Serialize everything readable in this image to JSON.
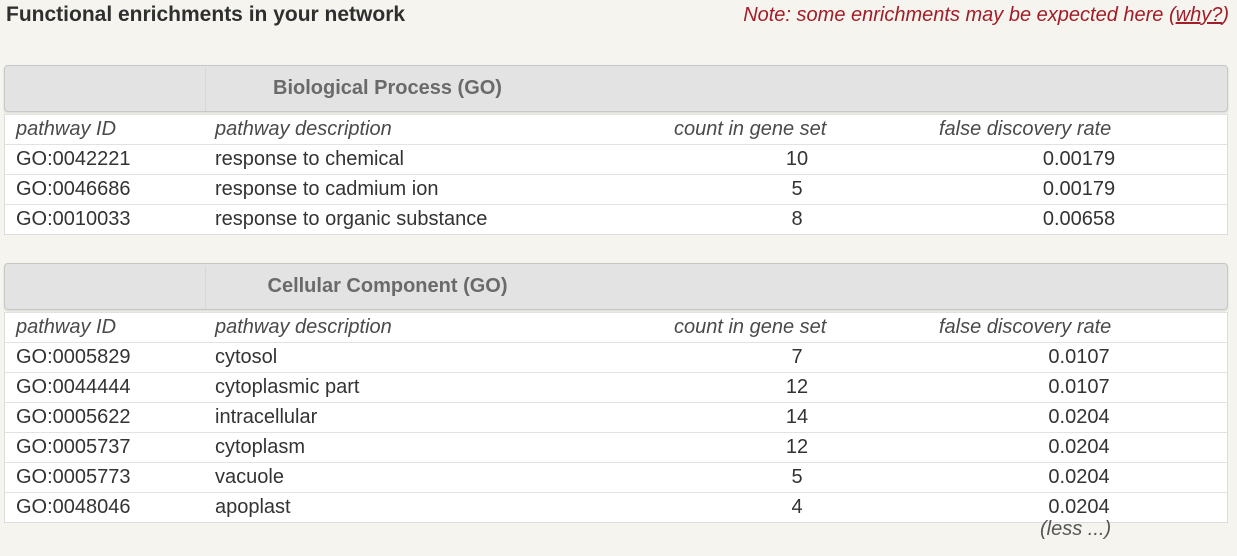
{
  "header": {
    "title": "Functional enrichments in your network",
    "note_prefix": "Note: some enrichments may be expected here (",
    "note_link": "why?",
    "note_suffix": ")"
  },
  "columns": {
    "id": "pathway ID",
    "description": "pathway description",
    "count": "count in gene set",
    "fdr": "false discovery rate"
  },
  "sections": [
    {
      "title": "Biological Process (GO)",
      "rows": [
        {
          "id": "GO:0042221",
          "description": "response to chemical",
          "count": "10",
          "fdr": "0.00179"
        },
        {
          "id": "GO:0046686",
          "description": "response to cadmium ion",
          "count": "5",
          "fdr": "0.00179"
        },
        {
          "id": "GO:0010033",
          "description": "response to organic substance",
          "count": "8",
          "fdr": "0.00658"
        }
      ]
    },
    {
      "title": "Cellular Component (GO)",
      "rows": [
        {
          "id": "GO:0005829",
          "description": "cytosol",
          "count": "7",
          "fdr": "0.0107"
        },
        {
          "id": "GO:0044444",
          "description": "cytoplasmic part",
          "count": "12",
          "fdr": "0.0107"
        },
        {
          "id": "GO:0005622",
          "description": "intracellular",
          "count": "14",
          "fdr": "0.0204"
        },
        {
          "id": "GO:0005737",
          "description": "cytoplasm",
          "count": "12",
          "fdr": "0.0204"
        },
        {
          "id": "GO:0005773",
          "description": "vacuole",
          "count": "5",
          "fdr": "0.0204"
        },
        {
          "id": "GO:0048046",
          "description": "apoplast",
          "count": "4",
          "fdr": "0.0204"
        }
      ]
    }
  ],
  "footer": {
    "less_label": "(less ...)"
  },
  "colors": {
    "note": "#a11d27",
    "header_bg": "#e3e3e3",
    "page_bg": "#f5f4ef"
  }
}
